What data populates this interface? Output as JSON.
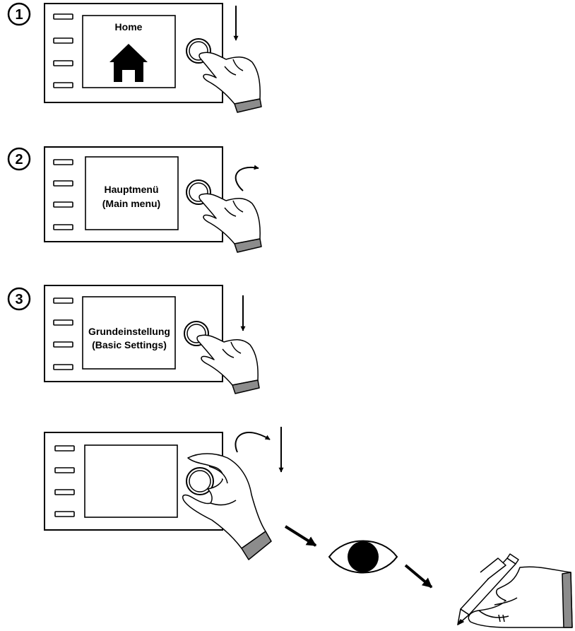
{
  "steps": [
    {
      "number": "1",
      "screen_lines": [
        "Home"
      ],
      "screen_icon": "house-icon",
      "action": "press"
    },
    {
      "number": "2",
      "screen_lines": [
        "Hauptmenü",
        "(Main menu)"
      ],
      "action": "turn"
    },
    {
      "number": "3",
      "screen_lines": [
        "Grundeinstellung",
        "(Basic Settings)"
      ],
      "action": "press"
    },
    {
      "number": "",
      "screen_lines": [],
      "action": "turn-and-press"
    }
  ],
  "flow": [
    "hand-turning-knob",
    "eye-icon",
    "hand-writing-icon"
  ],
  "colors": {
    "line": "#000000",
    "cuff": "#8c8c8c",
    "background": "#ffffff"
  }
}
